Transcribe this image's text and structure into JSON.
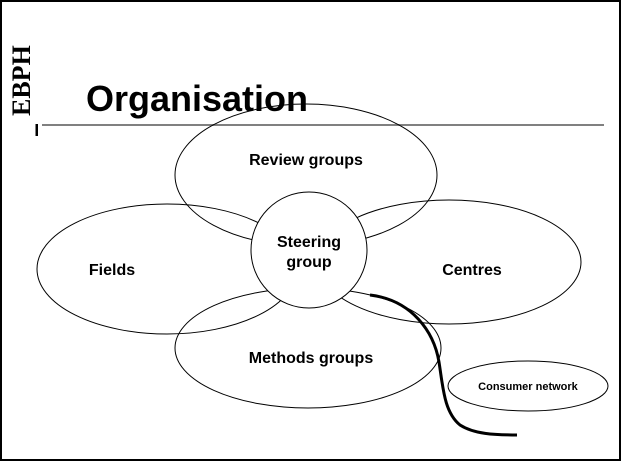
{
  "slide": {
    "title": "Organisation",
    "logo_text": "EBPH"
  },
  "diagram": {
    "nodes": {
      "review": "Review groups",
      "fields": "Fields",
      "steering_line1": "Steering",
      "steering_line2": "group",
      "centres": "Centres",
      "methods": "Methods groups",
      "consumer": "Consumer network"
    },
    "colors": {
      "stroke": "#000000",
      "fill": "#ffffff",
      "rule": "#808080"
    }
  }
}
